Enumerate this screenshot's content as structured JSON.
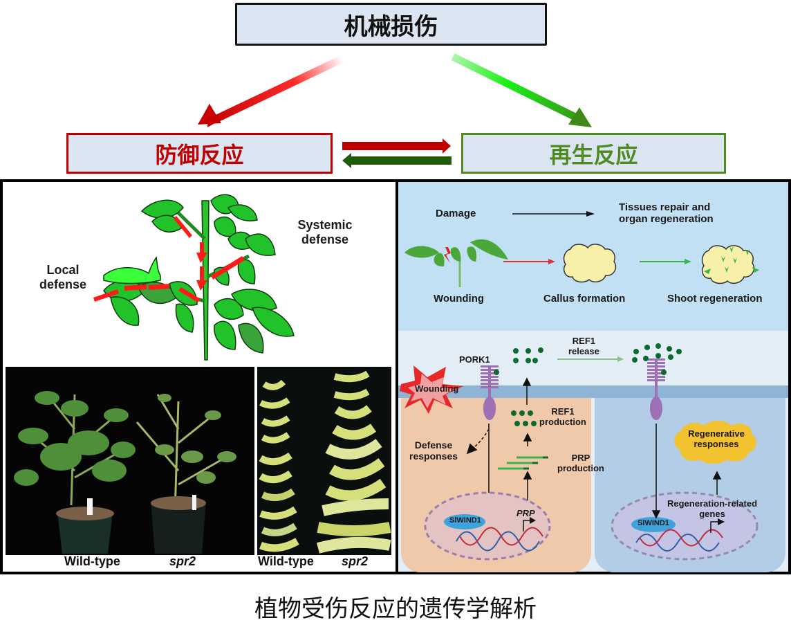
{
  "header": {
    "title": "机械损伤"
  },
  "branches": {
    "defense": "防御反应",
    "regeneration": "再生反应",
    "defense_color": "#c00000",
    "regeneration_color": "#4e8a1f"
  },
  "left_panel": {
    "plant_diagram": {
      "local_label": "Local\ndefense",
      "local_line1": "Local",
      "local_line2": "defense",
      "systemic_line1": "Systemic",
      "systemic_line2": "defense"
    },
    "photo_plants": {
      "label_left": "Wild-type",
      "label_right": "spr2"
    },
    "photo_larvae": {
      "label_left": "Wild-type",
      "label_right": "spr2"
    }
  },
  "right_panel": {
    "overview": {
      "damage": "Damage",
      "outcome_line1": "Tissues repair and",
      "outcome_line2": "organ regeneration",
      "step1": "Wounding",
      "step2": "Callus formation",
      "step3": "Shoot regeneration"
    },
    "signaling": {
      "pork1": "PORK1",
      "wounding": "Wounding",
      "ref1_release_line1": "REF1",
      "ref1_release_line2": "release",
      "ref1_production_line1": "REF1",
      "ref1_production_line2": "production",
      "prp_production_line1": "PRP",
      "prp_production_line2": "production",
      "defense_line1": "Defense",
      "defense_line2": "responses",
      "tf_left": "SlWIND1",
      "gene_left": "PRP",
      "tf_right": "SlWIND1",
      "genes_right_line1": "Regeneration-related",
      "genes_right_line2": "genes",
      "regen_responses_line1": "Regenerative",
      "regen_responses_line2": "responses"
    }
  },
  "caption": "植物受伤反应的遗传学解析"
}
